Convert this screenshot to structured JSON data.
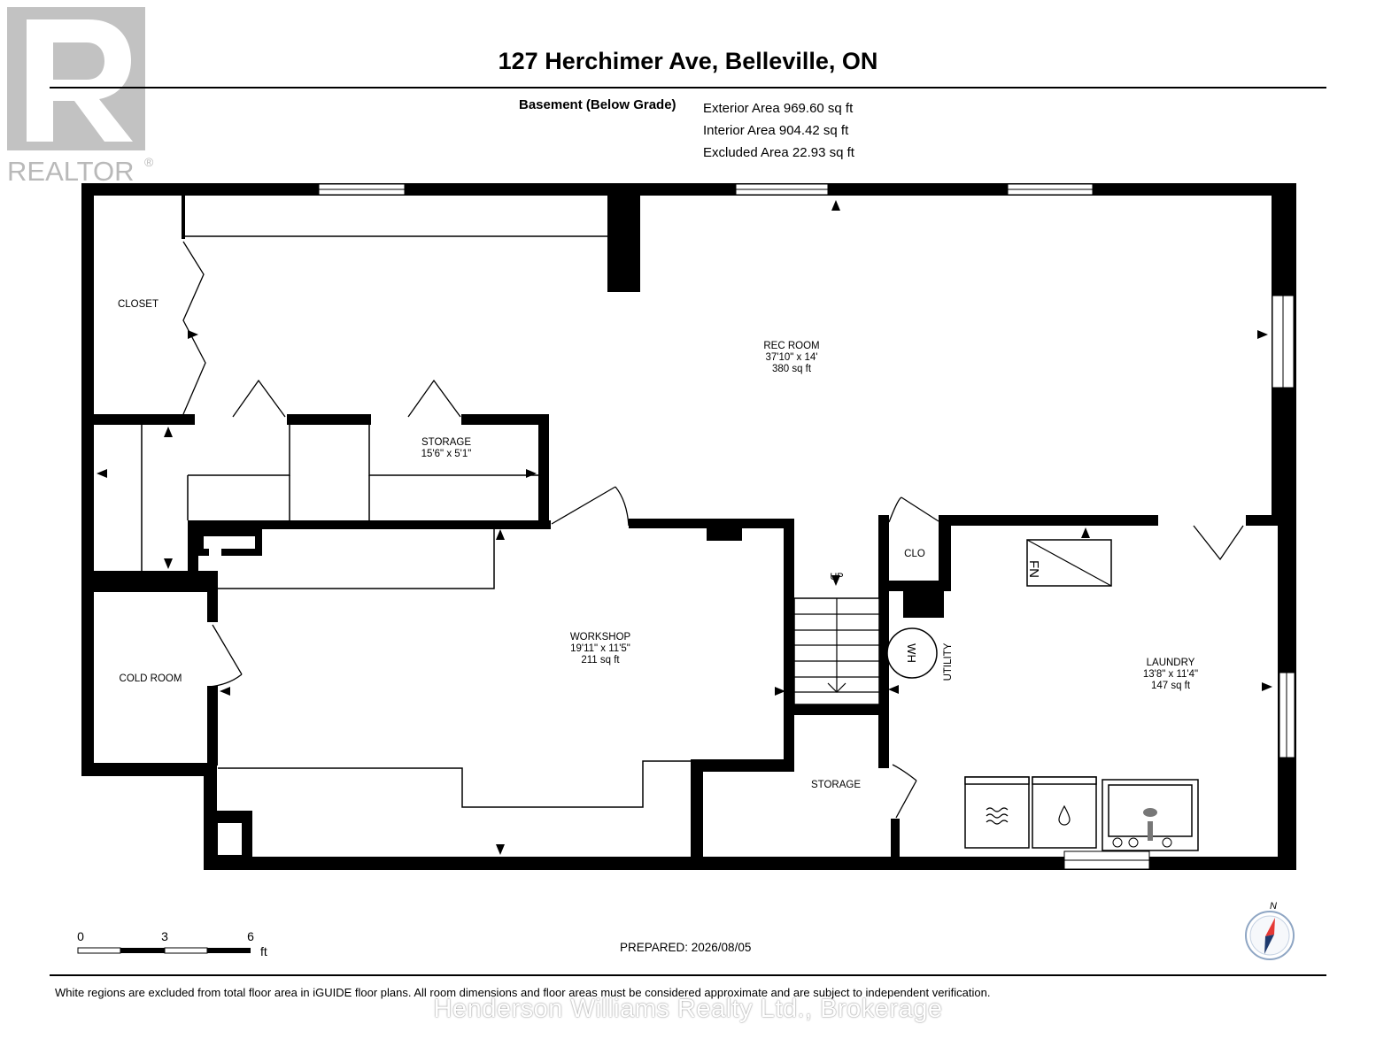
{
  "header": {
    "title": "127 Herchimer Ave, Belleville, ON",
    "level_label": "Basement (Below Grade)",
    "exterior_area": "Exterior Area 969.60 sq ft",
    "interior_area": "Interior Area 904.42 sq ft",
    "excluded_area": "Excluded Area 22.93 sq ft"
  },
  "logo": {
    "text": "REALTOR",
    "mark": "®",
    "icon": "realtor-r-icon"
  },
  "rooms": {
    "closet": {
      "name": "CLOSET"
    },
    "rec_room": {
      "name": "REC ROOM",
      "dims": "37'10\" x 14'",
      "area": "380 sq ft"
    },
    "storage_main": {
      "name": "STORAGE",
      "dims": "15'6\" x 5'1\""
    },
    "workshop": {
      "name": "WORKSHOP",
      "dims": "19'11\" x 11'5\"",
      "area": "211 sq ft"
    },
    "cold_room": {
      "name": "COLD ROOM"
    },
    "clo": {
      "name": "CLO"
    },
    "utility": {
      "name": "UTILITY"
    },
    "laundry": {
      "name": "LAUNDRY",
      "dims": "13'8\" x 11'4\"",
      "area": "147 sq ft"
    },
    "storage_small": {
      "name": "STORAGE"
    }
  },
  "fixtures": {
    "stairs": "UP",
    "water_heater": "WH",
    "furnace": "FN"
  },
  "scale": {
    "ticks": [
      "0",
      "3",
      "6"
    ],
    "unit": "ft"
  },
  "compass": {
    "label": "N",
    "icon": "north-arrow-icon",
    "accent": "#e53935"
  },
  "prepared": "PREPARED: 2026/08/05",
  "footer_note": "White regions are excluded from total floor area in iGUIDE floor plans. All room dimensions and floor areas must be considered approximate and are subject to independent verification.",
  "watermark": "Henderson Williams Realty Ltd., Brokerage",
  "colors": {
    "wall": "#000000",
    "logo": "#c2c2c2"
  }
}
